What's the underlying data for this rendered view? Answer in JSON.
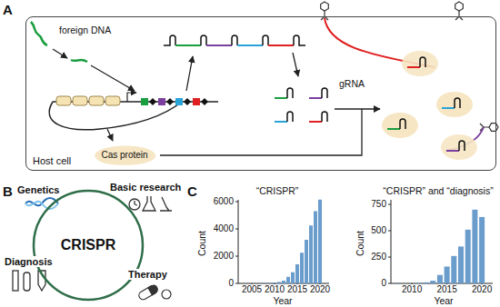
{
  "diagram": {
    "nodes": [
      {
        "text": [
          "Host cell"
        ]
      },
      {
        "text": [
          "Cas protein"
        ],
        "in": 0
      },
      {
        "text": [
          "CRISPR"
        ]
      }
    ],
    "labels": [
      "A",
      "foreign DNA",
      "gRNA",
      "B",
      "Genetics",
      "Basic research",
      "Diagnosis",
      "Therapy",
      "C",
      "“CRISPR”",
      "Count",
      "2005",
      "2010",
      "2015",
      "2020",
      "Year",
      "0",
      "2000",
      "4000",
      "6000",
      "“CRISPR” and “diagnosis”",
      "Count",
      "0",
      "250",
      "500",
      "750",
      "2010",
      "2015",
      "2020",
      "Year"
    ]
  }
}
